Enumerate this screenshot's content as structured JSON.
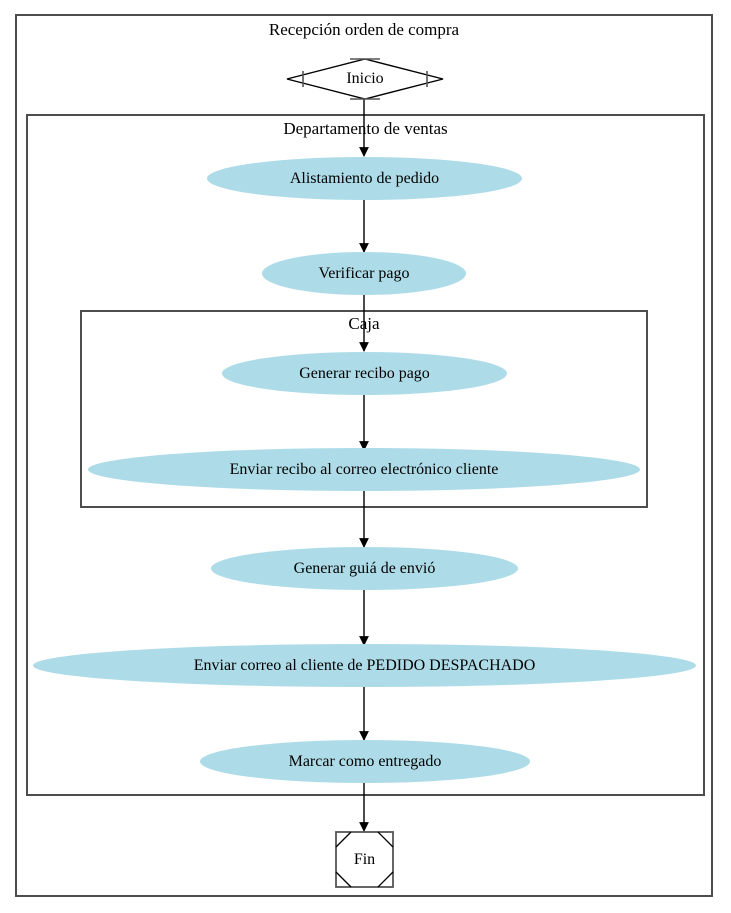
{
  "diagram": {
    "title": "Recepción orden de compra",
    "type": "flowchart",
    "orientation": "top-to-bottom",
    "colors": {
      "node_fill": "#addce8",
      "frame_border": "#4d4d4d",
      "edge": "#000000",
      "text": "#000000",
      "background": "#ffffff"
    },
    "containers": [
      {
        "id": "outer",
        "label": "Recepción orden de compra"
      },
      {
        "id": "ventas",
        "label": "Departamento de ventas"
      },
      {
        "id": "caja",
        "label": "Caja"
      }
    ],
    "nodes": [
      {
        "id": "inicio",
        "label": "Inicio",
        "shape": "diamond-terminator",
        "container": "outer"
      },
      {
        "id": "alistamiento",
        "label": "Alistamiento de pedido",
        "shape": "ellipse",
        "container": "ventas"
      },
      {
        "id": "verificar",
        "label": "Verificar pago",
        "shape": "ellipse",
        "container": "ventas"
      },
      {
        "id": "recibo",
        "label": "Generar recibo pago",
        "shape": "ellipse",
        "container": "caja"
      },
      {
        "id": "correo_recibo",
        "label": "Enviar recibo al correo electrónico cliente",
        "shape": "ellipse",
        "container": "caja"
      },
      {
        "id": "guia",
        "label": "Generar guiá de envió",
        "shape": "ellipse",
        "container": "ventas"
      },
      {
        "id": "despachado",
        "label": "Enviar correo al cliente de PEDIDO DESPACHADO",
        "shape": "ellipse",
        "container": "ventas"
      },
      {
        "id": "entregado",
        "label": "Marcar como entregado",
        "shape": "ellipse",
        "container": "ventas"
      },
      {
        "id": "fin",
        "label": "Fin",
        "shape": "octagon-terminator",
        "container": "outer"
      }
    ],
    "edges": [
      {
        "from": "inicio",
        "to": "alistamiento"
      },
      {
        "from": "alistamiento",
        "to": "verificar"
      },
      {
        "from": "verificar",
        "to": "recibo"
      },
      {
        "from": "recibo",
        "to": "correo_recibo"
      },
      {
        "from": "correo_recibo",
        "to": "guia"
      },
      {
        "from": "guia",
        "to": "despachado"
      },
      {
        "from": "despachado",
        "to": "entregado"
      },
      {
        "from": "entregado",
        "to": "fin"
      }
    ]
  }
}
